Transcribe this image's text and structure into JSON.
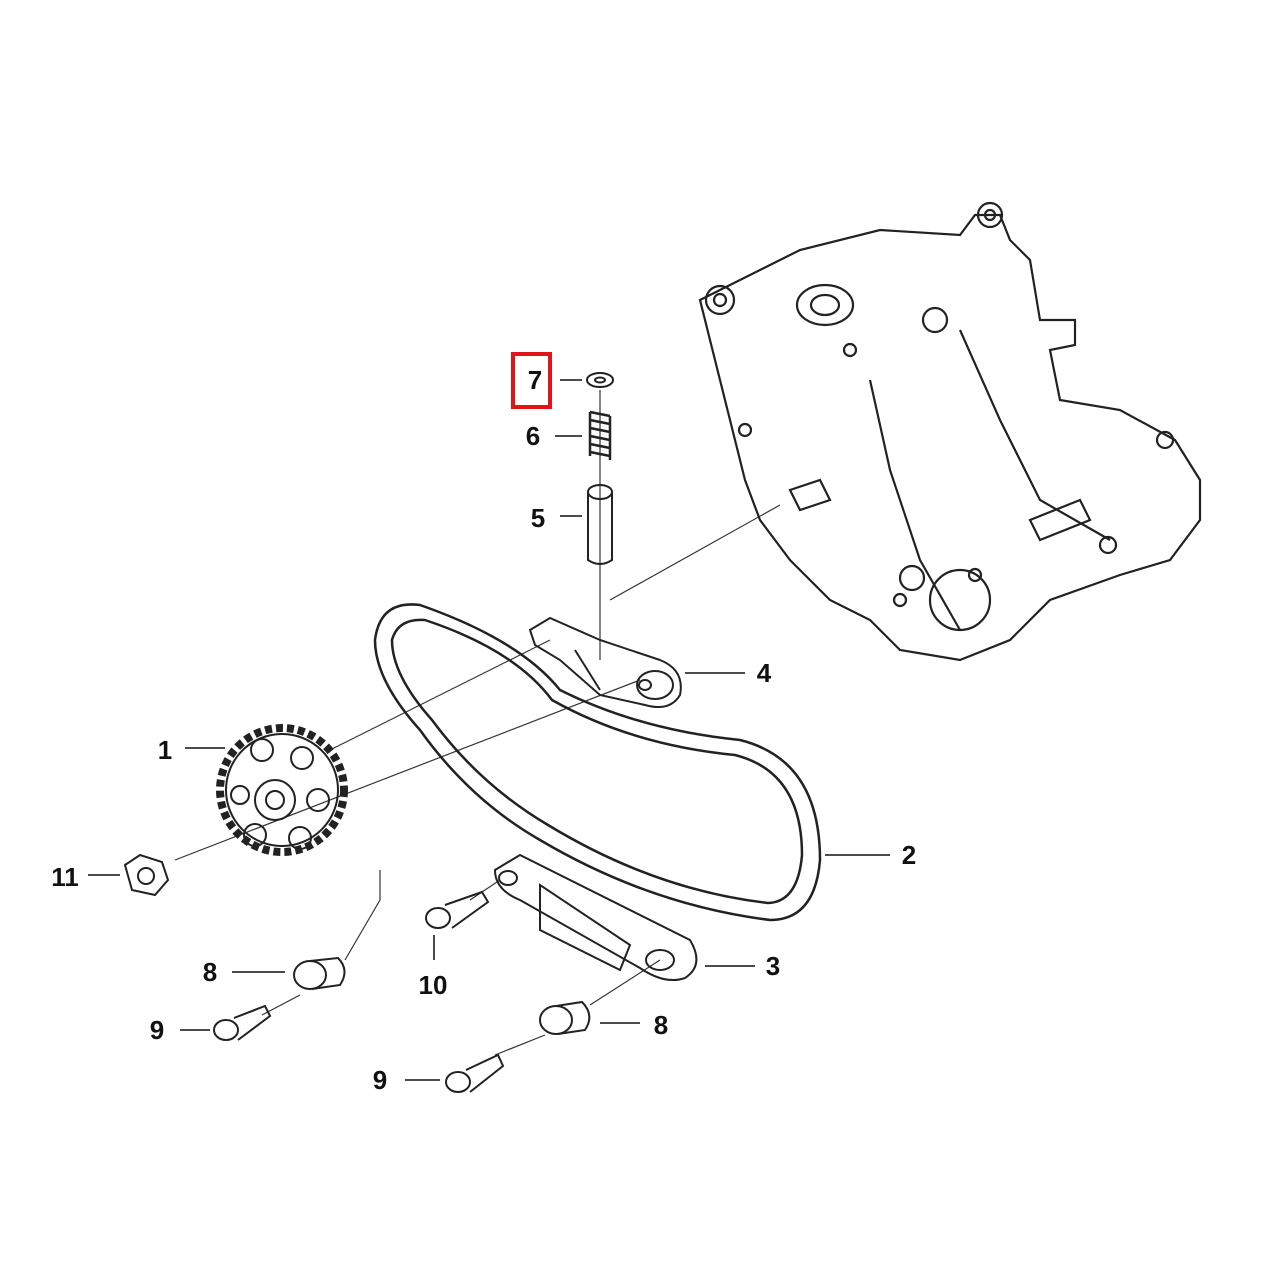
{
  "callouts": [
    {
      "id": "7",
      "label": "7",
      "highlighted": true
    },
    {
      "id": "6",
      "label": "6"
    },
    {
      "id": "5",
      "label": "5"
    },
    {
      "id": "4",
      "label": "4"
    },
    {
      "id": "1",
      "label": "1"
    },
    {
      "id": "2",
      "label": "2"
    },
    {
      "id": "11",
      "label": "11"
    },
    {
      "id": "8a",
      "label": "8"
    },
    {
      "id": "10",
      "label": "10"
    },
    {
      "id": "3",
      "label": "3"
    },
    {
      "id": "9a",
      "label": "9"
    },
    {
      "id": "8b",
      "label": "8"
    },
    {
      "id": "9b",
      "label": "9"
    }
  ],
  "highlight_color": "#e0141b"
}
